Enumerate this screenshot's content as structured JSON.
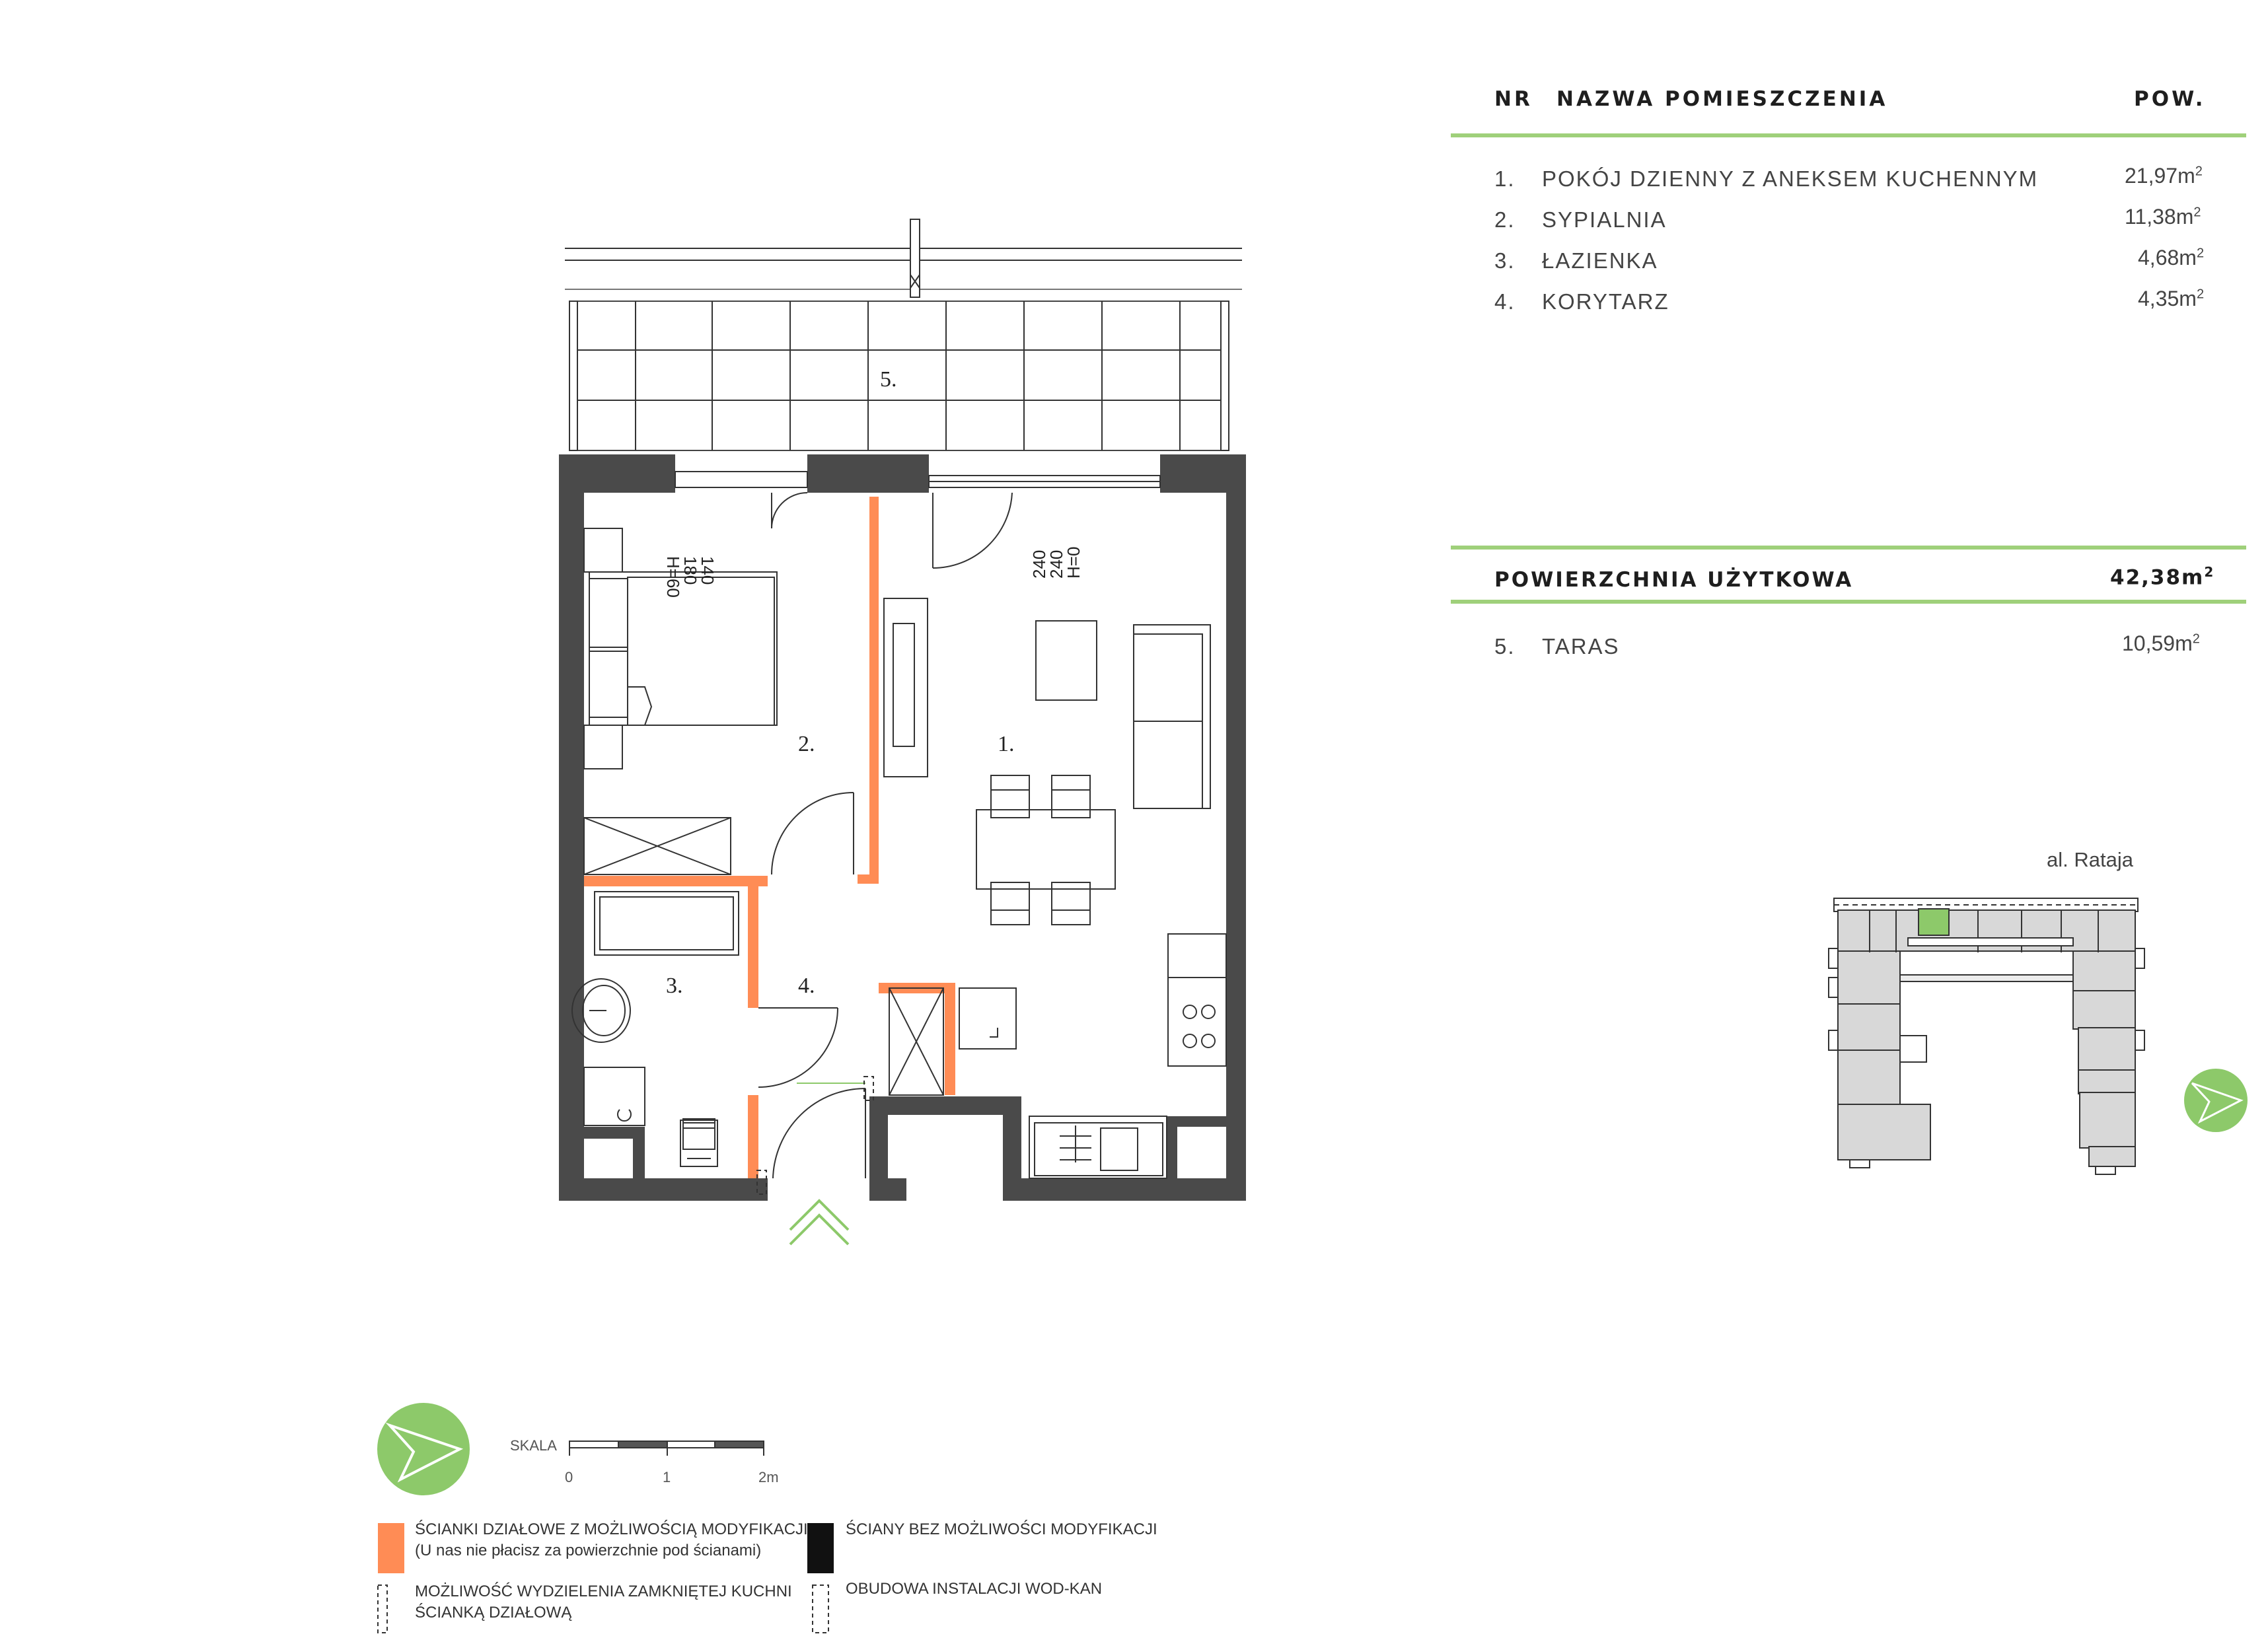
{
  "table": {
    "headers": {
      "nr": "NR",
      "name": "NAZWA POMIESZCZENIA",
      "area": "POW."
    },
    "rooms": [
      {
        "nr": "1.",
        "name": "POKÓJ DZIENNY Z ANEKSEM KUCHENNYM",
        "area": "21,97m",
        "unit_sup": "2"
      },
      {
        "nr": "2.",
        "name": "SYPIALNIA",
        "area": "11,38m",
        "unit_sup": "2"
      },
      {
        "nr": "3.",
        "name": "ŁAZIENKA",
        "area": "4,68m",
        "unit_sup": "2"
      },
      {
        "nr": "4.",
        "name": "KORYTARZ",
        "area": "4,35m",
        "unit_sup": "2"
      }
    ],
    "total": {
      "label": "POWIERZCHNIA UŻYTKOWA",
      "area": "42,38m",
      "unit_sup": "2"
    },
    "terrace": {
      "nr": "5.",
      "name": "TARAS",
      "area": "10,59m",
      "unit_sup": "2"
    }
  },
  "plan": {
    "room_labels": [
      "1.",
      "2.",
      "3.",
      "4.",
      "5."
    ],
    "window_bedroom": [
      "140",
      "180",
      "H=60"
    ],
    "window_living": [
      "240",
      "240",
      "H=0"
    ]
  },
  "locator": {
    "street": "al. Rataja"
  },
  "scale": {
    "label": "SKALA",
    "ticks": [
      "0",
      "1",
      "2m"
    ]
  },
  "legend": {
    "movable_walls": "ŚCIANKI DZIAŁOWE Z MOŻLIWOŚCIĄ MODYFIKACJI",
    "movable_walls_note": "(U nas nie płacisz za powierzchnie pod ścianami)",
    "fixed_walls": "ŚCIANY BEZ MOŻLIWOŚCI MODYFIKACJI",
    "kitchen_option_1": "MOŻLIWOŚĆ WYDZIELENIA ZAMKNIĘTEJ KUCHNI",
    "kitchen_option_2": "ŚCIANKĄ DZIAŁOWĄ",
    "installations": "OBUDOWA INSTALACJI WOD-KAN"
  },
  "colors": {
    "accent_green": "#9fd07a",
    "compass_green": "#8dc96a",
    "movable_wall": "#ff8c55",
    "fixed_wall": "#4a4a4a"
  },
  "icons": {
    "compass": "compass-arrow-icon",
    "entrance": "entrance-chevron-icon"
  }
}
